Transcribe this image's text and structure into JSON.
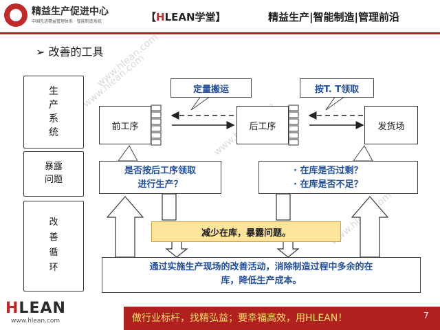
{
  "header": {
    "logo_title": "精益生产促进中心",
    "logo_subtitle": "中国先进精益管理体系 · 智能制造系统",
    "brand_left": "【",
    "brand_h": "H",
    "brand_rest": "LEAN学堂",
    "brand_right": "】",
    "right_title": "精益生产|智能制造|管理前沿"
  },
  "section_title": "➢ 改善的工具",
  "left_labels": {
    "system": [
      "生",
      "产",
      "系",
      "统"
    ],
    "exposure": [
      "暴露",
      "问题"
    ],
    "improve": [
      "改",
      "善",
      "循",
      "环"
    ]
  },
  "flow": {
    "front": "前工序",
    "back": "后工序",
    "ship": "发货场",
    "callout_left": "定量搬运",
    "callout_right": "按T. T领取"
  },
  "problems": {
    "left_line1": "是否按后工序领取",
    "left_line2": "进行生产？",
    "right_line1": "· 在库是否过剩？",
    "right_line2": "· 在库是否不足？"
  },
  "yellow_text": "减少在库，暴露问题。",
  "bottom_line1": "通过实施生产现场的改善活动，消除制造过程中多余的在",
  "bottom_line2": "库，降低生产成本。",
  "footer": {
    "logo_h": "H",
    "logo_rest": "LEAN",
    "url": "www.hlean.com",
    "slogan": "做行业标杆，找精弘益；要幸福高效，用HLEAN！",
    "page": "7"
  },
  "watermark": "www.hlean.com",
  "colors": {
    "brand_red": "#b0201f",
    "text_blue": "#1f4e9f",
    "highlight_yellow": "#fde49a"
  }
}
